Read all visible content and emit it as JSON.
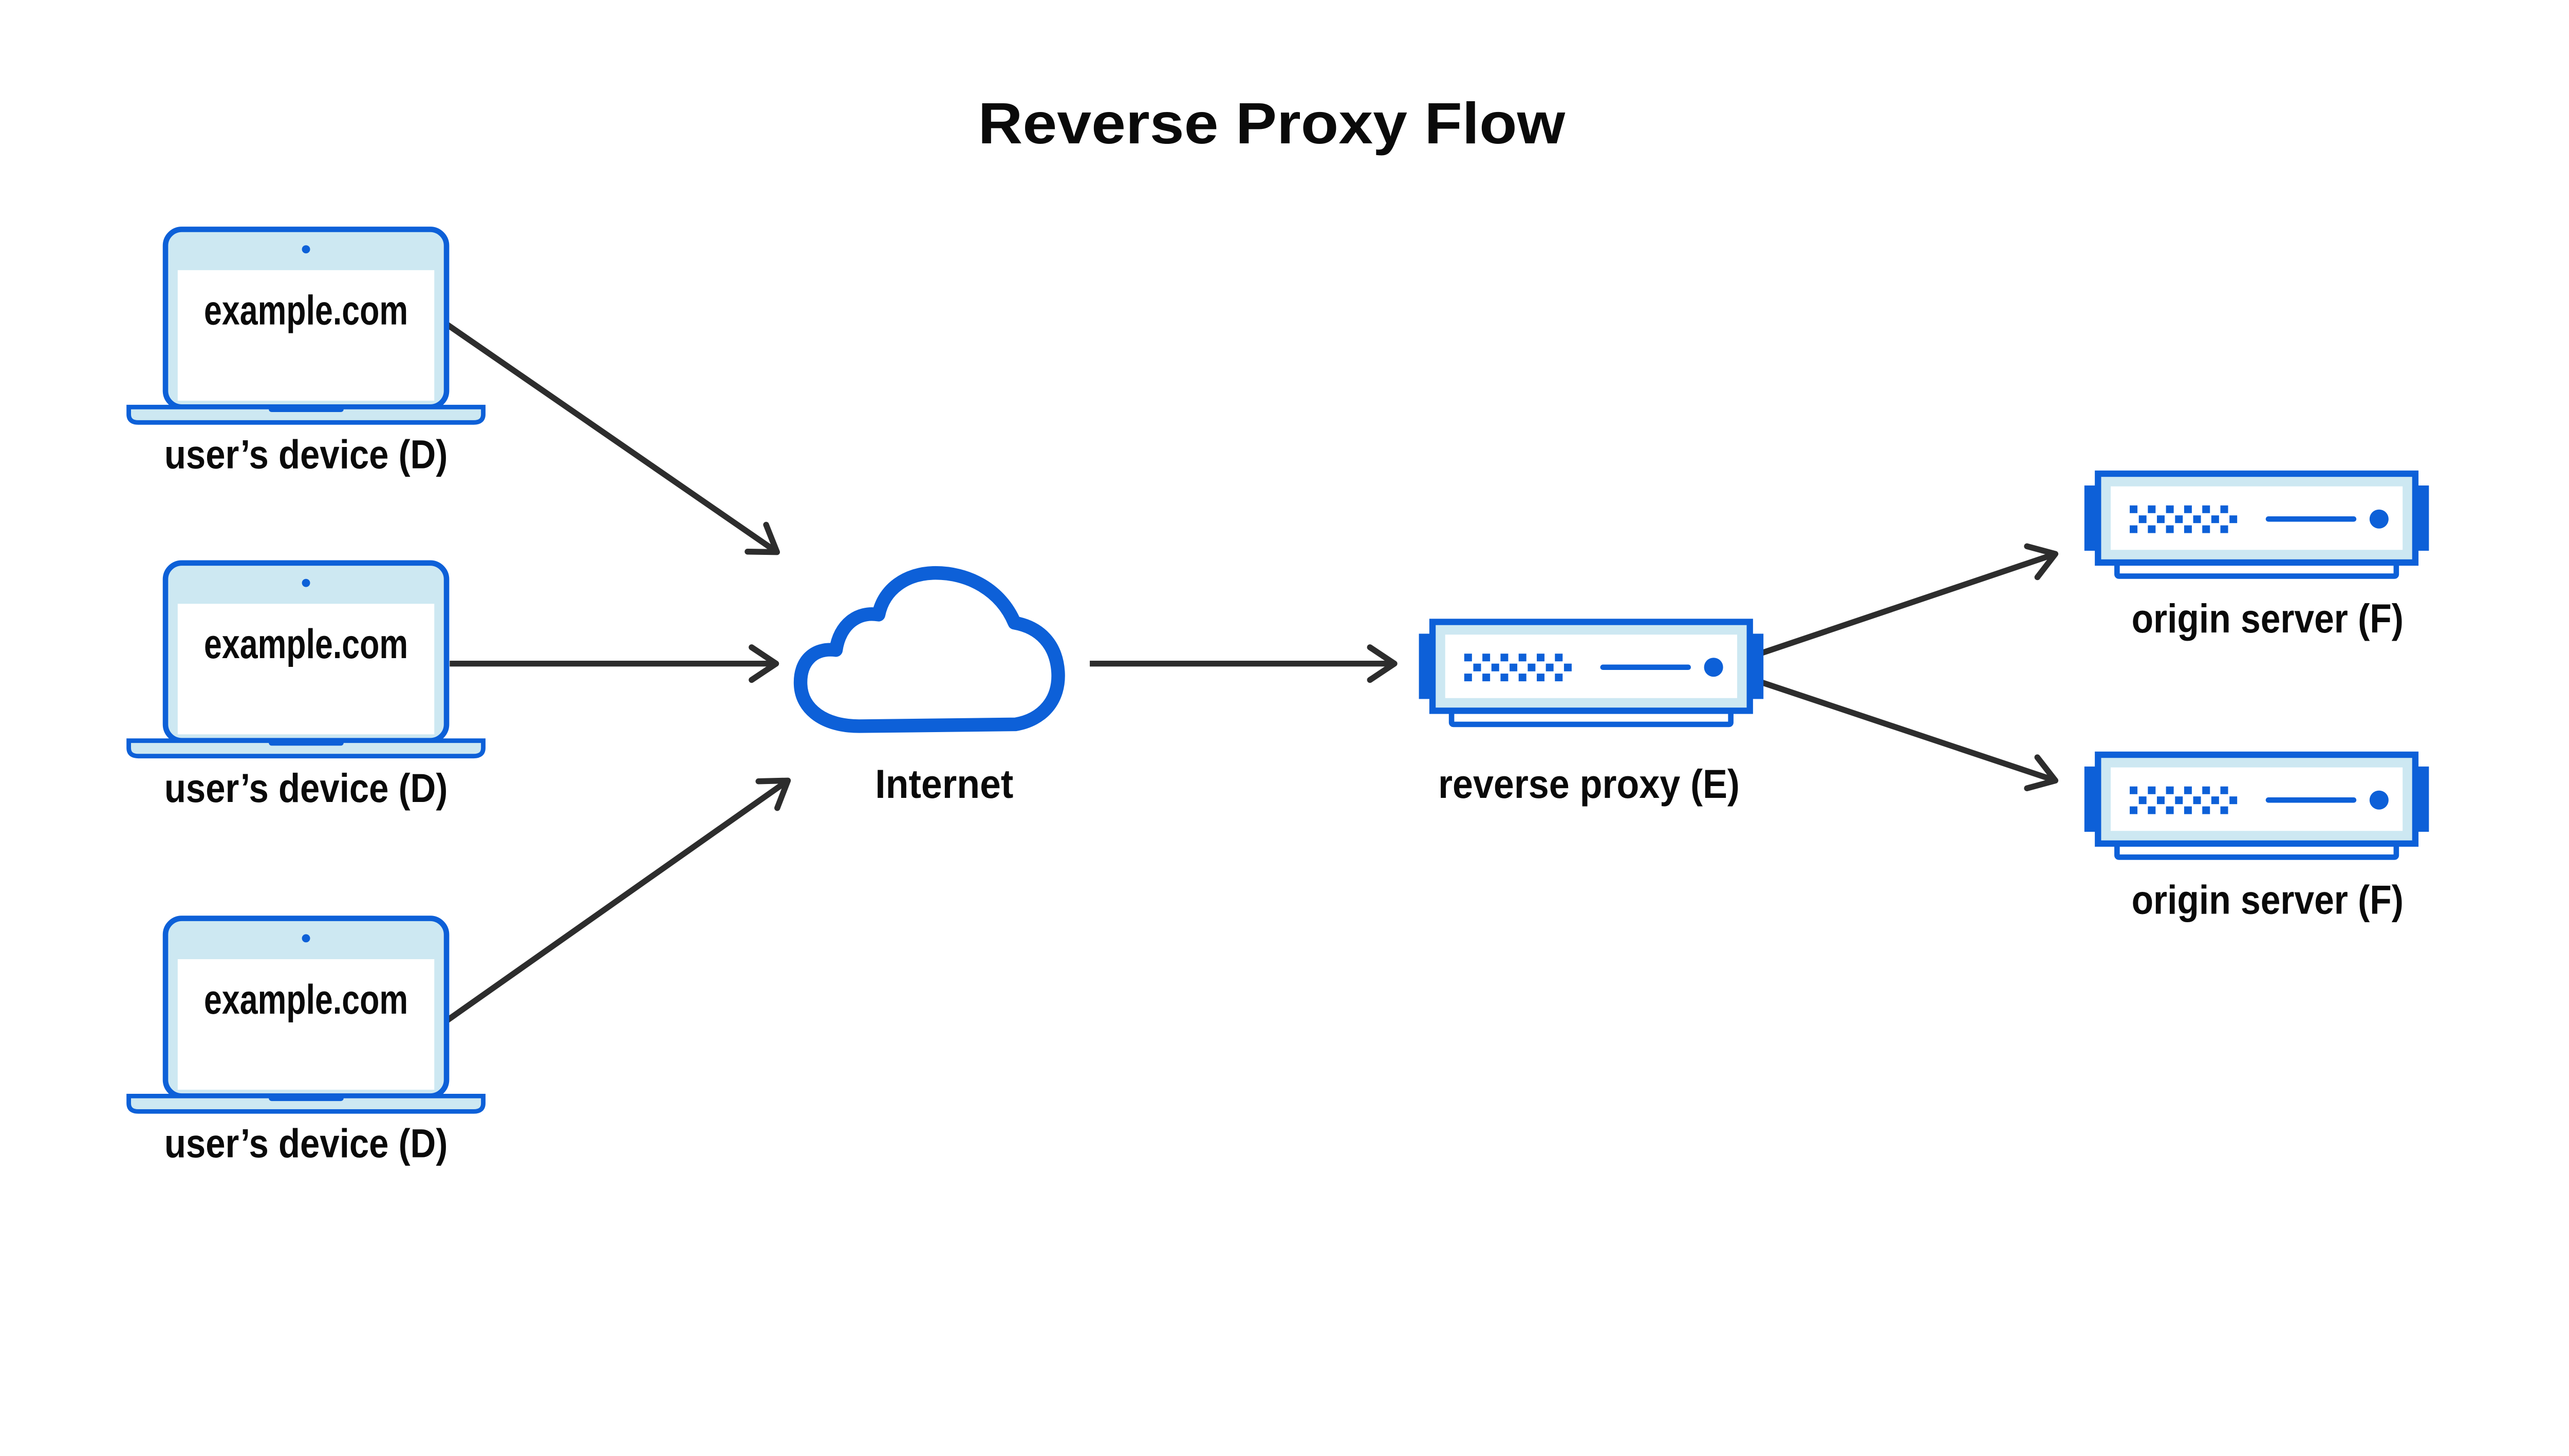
{
  "title": "Reverse Proxy Flow",
  "laptops": [
    {
      "screen_label": "example.com",
      "caption": "user’s device (D)"
    },
    {
      "screen_label": "example.com",
      "caption": "user’s device (D)"
    },
    {
      "screen_label": "example.com",
      "caption": "user’s device (D)"
    }
  ],
  "internet": {
    "label": "Internet"
  },
  "reverse_proxy": {
    "label": "reverse proxy (E)"
  },
  "origin_servers": [
    {
      "label": "origin server (F)"
    },
    {
      "label": "origin server (F)"
    }
  ],
  "colors": {
    "blue": "#0d60d8",
    "light_blue": "#cde8f2",
    "arrow": "#2d2d2d",
    "text": "#0a0a0a",
    "background": "#ffffff"
  }
}
